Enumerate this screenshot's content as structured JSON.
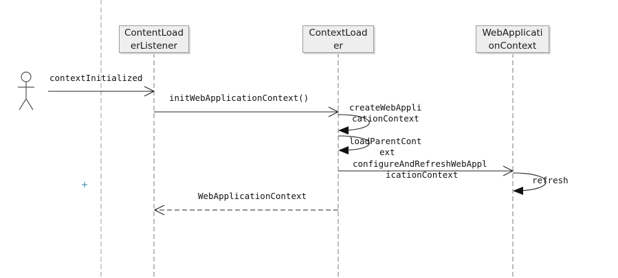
{
  "participants": [
    {
      "id": "loaderListener",
      "label_lines": [
        "ContentLoad",
        "erListener"
      ]
    },
    {
      "id": "contextLoader",
      "label_lines": [
        "ContextLoad",
        "er"
      ]
    },
    {
      "id": "webAppContext",
      "label_lines": [
        "WebApplicati",
        "onContext"
      ]
    }
  ],
  "messages": [
    {
      "id": "contextInitialized",
      "lines": [
        "contextInitialized"
      ],
      "kind": "sync"
    },
    {
      "id": "initWebApplicationContext",
      "lines": [
        "initWebApplicationContext()"
      ],
      "kind": "sync"
    },
    {
      "id": "createWebApplicationContext",
      "lines": [
        "createWebAppli",
        "cationContext"
      ],
      "kind": "self"
    },
    {
      "id": "loadParentContext",
      "lines": [
        "loadParentCont",
        "ext"
      ],
      "kind": "self"
    },
    {
      "id": "configureAndRefreshWebApplicationContext",
      "lines": [
        "configureAndRefreshWebAppl",
        "icationContext"
      ],
      "kind": "sync"
    },
    {
      "id": "refresh",
      "lines": [
        "refresh"
      ],
      "kind": "self"
    },
    {
      "id": "returnWebApplicationContext",
      "lines": [
        "WebApplicationContext"
      ],
      "kind": "return"
    }
  ],
  "colors": {
    "line": "#222222",
    "lifeline": "#777777",
    "box_fill": "#eeeeee",
    "box_border": "#9a9a9a",
    "cursor": "#2a7fa0"
  }
}
